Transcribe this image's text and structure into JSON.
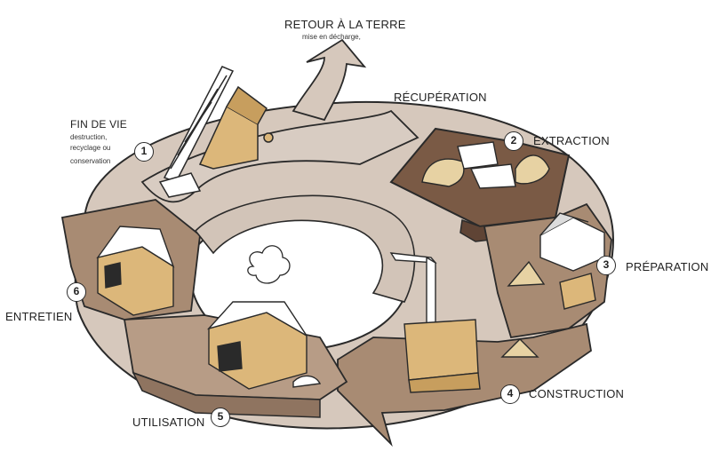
{
  "palette": {
    "ground_light": "#d6c8bc",
    "ground_mid": "#a88b73",
    "ground_dark": "#7a5a45",
    "wood": "#dcb77a",
    "outline": "#2a2a2a"
  },
  "labels": {
    "return_to_earth": {
      "title": "RETOUR À LA TERRE",
      "subtitle": "mise en décharge,"
    },
    "recovery": "RÉCUPÉRATION",
    "end_of_life": {
      "title": "FIN DE VIE",
      "lines": [
        "destruction,",
        "recyclage ou",
        "conservation"
      ]
    },
    "maintenance": "ENTRETIEN",
    "use": "UTILISATION"
  },
  "steps": [
    {
      "number": "1"
    },
    {
      "number": "2",
      "label": "EXTRACTION"
    },
    {
      "number": "3",
      "label": "PRÉPARATION"
    },
    {
      "number": "4",
      "label": "CONSTRUCTION"
    },
    {
      "number": "5"
    },
    {
      "number": "6"
    }
  ]
}
